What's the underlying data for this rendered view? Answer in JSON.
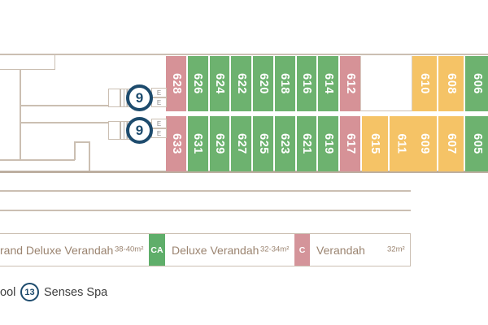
{
  "deck_plan": {
    "deck_circle_label": "9",
    "elevator_label": "E",
    "rows": {
      "top_main": [
        {
          "number": "628",
          "type": "rose"
        },
        {
          "number": "626",
          "type": "green"
        },
        {
          "number": "624",
          "type": "green"
        },
        {
          "number": "622",
          "type": "green"
        },
        {
          "number": "620",
          "type": "green"
        },
        {
          "number": "618",
          "type": "green"
        },
        {
          "number": "616",
          "type": "green"
        },
        {
          "number": "614",
          "type": "green"
        },
        {
          "number": "612",
          "type": "rose"
        }
      ],
      "top_right": [
        {
          "number": "610",
          "type": "orange"
        },
        {
          "number": "608",
          "type": "orange"
        },
        {
          "number": "606",
          "type": "green"
        }
      ],
      "bottom_main": [
        {
          "number": "633",
          "type": "rose"
        },
        {
          "number": "631",
          "type": "green"
        },
        {
          "number": "629",
          "type": "green"
        },
        {
          "number": "627",
          "type": "green"
        },
        {
          "number": "625",
          "type": "green"
        },
        {
          "number": "623",
          "type": "green"
        },
        {
          "number": "621",
          "type": "green"
        },
        {
          "number": "619",
          "type": "green"
        },
        {
          "number": "617",
          "type": "rose"
        }
      ],
      "bottom_mid": [
        {
          "number": "615",
          "type": "orange",
          "flex": "1.15"
        },
        {
          "number": "611",
          "type": "orange"
        }
      ],
      "bottom_right": [
        {
          "number": "609",
          "type": "orange"
        },
        {
          "number": "607",
          "type": "orange"
        },
        {
          "number": "605",
          "type": "green"
        }
      ]
    }
  },
  "legend": {
    "items": [
      {
        "label": "rand Deluxe Verandah",
        "size": "38-40m²"
      },
      {
        "label": "Deluxe Verandah",
        "size": "32-34m²",
        "badge": "CA"
      },
      {
        "label": "Verandah",
        "size": "32m²",
        "badge": "C"
      }
    ]
  },
  "features": {
    "pool_label_partial": "ool",
    "spa_number": "13",
    "spa_label": "Senses Spa"
  },
  "colors": {
    "green": "#6db26f",
    "rose": "#d69297",
    "orange": "#f5c366",
    "navy": "#1d4b6d",
    "badge_ca": "#5fae6a",
    "badge_c": "#d4949a",
    "outline": "#cbbfb2"
  }
}
